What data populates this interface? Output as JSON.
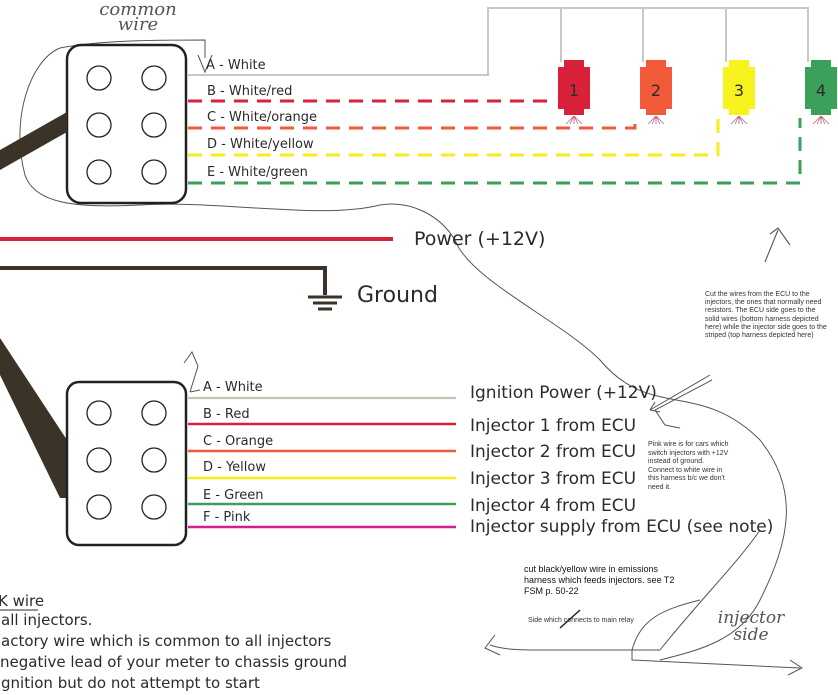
{
  "top_harness": {
    "handwritten_label": "common wire",
    "wires": [
      {
        "id": "A",
        "label": "A - White",
        "color": "#c8c8c8",
        "style": "solid"
      },
      {
        "id": "B",
        "label": "B - White/red",
        "color": "#d9223a",
        "style": "dashed"
      },
      {
        "id": "C",
        "label": "C - White/orange",
        "color": "#f05a3a",
        "style": "dashed"
      },
      {
        "id": "D",
        "label": "D - White/yellow",
        "color": "#f6ee1a",
        "style": "dashed"
      },
      {
        "id": "E",
        "label": "E - White/green",
        "color": "#3aa05a",
        "style": "dashed"
      }
    ]
  },
  "injectors": [
    {
      "number": "1",
      "color": "#d9223a"
    },
    {
      "number": "2",
      "color": "#f05a3a"
    },
    {
      "number": "3",
      "color": "#f8f21e"
    },
    {
      "number": "4",
      "color": "#3aa05a"
    }
  ],
  "power": {
    "label": "Power (+12V)",
    "color": "#d9223a"
  },
  "ground": {
    "label": "Ground",
    "color": "#3b3228"
  },
  "note_cut_wires": {
    "lines": [
      "Cut the wires from the ECU to the",
      "injectors, the ones that normally need",
      "resistors.  The ECU side goes to the",
      "solid wires (bottom harness depicted",
      "here) while the injector side goes to the",
      "striped (top harness depicted here)"
    ]
  },
  "bottom_harness": {
    "wires": [
      {
        "id": "A",
        "label": "A - White",
        "color": "#c9c2b0",
        "function": "Ignition Power (+12V)"
      },
      {
        "id": "B",
        "label": "B - Red",
        "color": "#d9223a",
        "function": "Injector 1 from ECU"
      },
      {
        "id": "C",
        "label": "C - Orange",
        "color": "#f05a3a",
        "function": "Injector 2 from ECU"
      },
      {
        "id": "D",
        "label": "D - Yellow",
        "color": "#f6ee1a",
        "function": "Injector 3 from ECU"
      },
      {
        "id": "E",
        "label": "E - Green",
        "color": "#3aa05a",
        "function": "Injector 4 from ECU"
      },
      {
        "id": "F",
        "label": "F - Pink",
        "color": "#d21e8a",
        "function": "Injector supply from ECU (see note)"
      }
    ]
  },
  "note_pink_wire": {
    "lines": [
      "Pink wire is for cars which",
      "switch injectors with +12V",
      "instead of ground.",
      "Connect to white wire in",
      "this harness b/c we don't",
      "need it."
    ]
  },
  "note_emissions": {
    "lines": [
      "cut black/yellow wire in emissions",
      "harness which feeds injectors.  see T2",
      "FSM p. 50-22"
    ]
  },
  "note_relay": "Side which connects to main relay",
  "handwritten_injector_side": "injector side",
  "instructions": {
    "heading": "K wire",
    "lines": [
      "all injectors.",
      "actory wire which is common to all injectors",
      " negative lead of your meter to chassis ground",
      "gnition but do not attempt to start"
    ]
  }
}
